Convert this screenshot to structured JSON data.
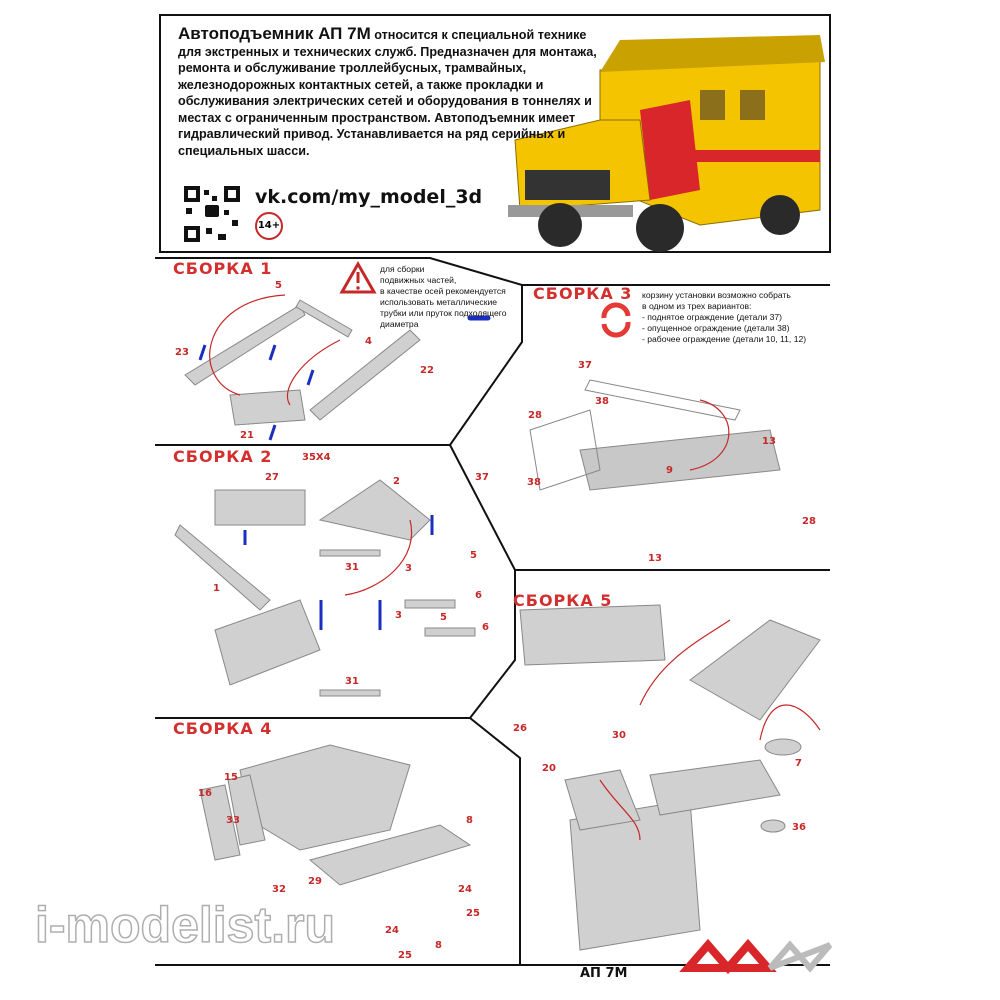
{
  "intro": {
    "title": "Автоподъемник АП 7М",
    "text": "относится к специальной технике для экстренных и технических служб. Предназначен для монтажа, ремонта и обслуживание троллейбусных, трамвайных, железнодорожных контактных сетей, а также прокладки и обслуживания электрических сетей и оборудования в тоннелях и местах с ограниченным пространством. Автоподъемник имеет  гидравлический привод. Устанавливается на ряд серийных и специальных шасси.",
    "website": "vk.com/my_model_3d",
    "age_rating": "14+"
  },
  "colors": {
    "accent": "#d32f2f",
    "truck_yellow": "#f5c400",
    "truck_red": "#d8262a",
    "parts_grey": "#c8c8c8",
    "axle_blue": "#1a2fbf"
  },
  "sections": [
    {
      "title": "СБОРКА 1",
      "parts": [
        "5",
        "23",
        "4",
        "22",
        "21"
      ],
      "note": [
        "для сборки",
        "подвижных частей,",
        "в качестве осей рекомендуется",
        "использовать металлические",
        "трубки или пруток подходящего",
        "диаметра"
      ],
      "note_icon": "warning-icon"
    },
    {
      "title": "СБОРКА 2",
      "parts": [
        "35X4",
        "27",
        "2",
        "1",
        "31",
        "3",
        "5",
        "6",
        "3",
        "5",
        "6",
        "31"
      ]
    },
    {
      "title": "СБОРКА 3",
      "parts": [
        "37",
        "38",
        "28",
        "13",
        "9",
        "37",
        "38",
        "28",
        "13"
      ],
      "note": [
        "корзину установки возможно собрать",
        "в одном из трех вариантов:",
        "- поднятое ограждение (детали 37)",
        "- опущенное ограждение (детали 38)",
        "- рабочее ограждение (детали 10, 11, 12)"
      ],
      "note_icon": "rotate-icon"
    },
    {
      "title": "СБОРКА 4",
      "parts": [
        "15",
        "16",
        "33",
        "8",
        "29",
        "24",
        "25",
        "24",
        "32",
        "25",
        "8"
      ]
    },
    {
      "title": "СБОРКА 5",
      "parts": [
        "26",
        "30",
        "7",
        "20",
        "36"
      ]
    }
  ],
  "footer": {
    "model": "АП 7М",
    "logo": "MM"
  },
  "watermark": "i-modelist.ru"
}
